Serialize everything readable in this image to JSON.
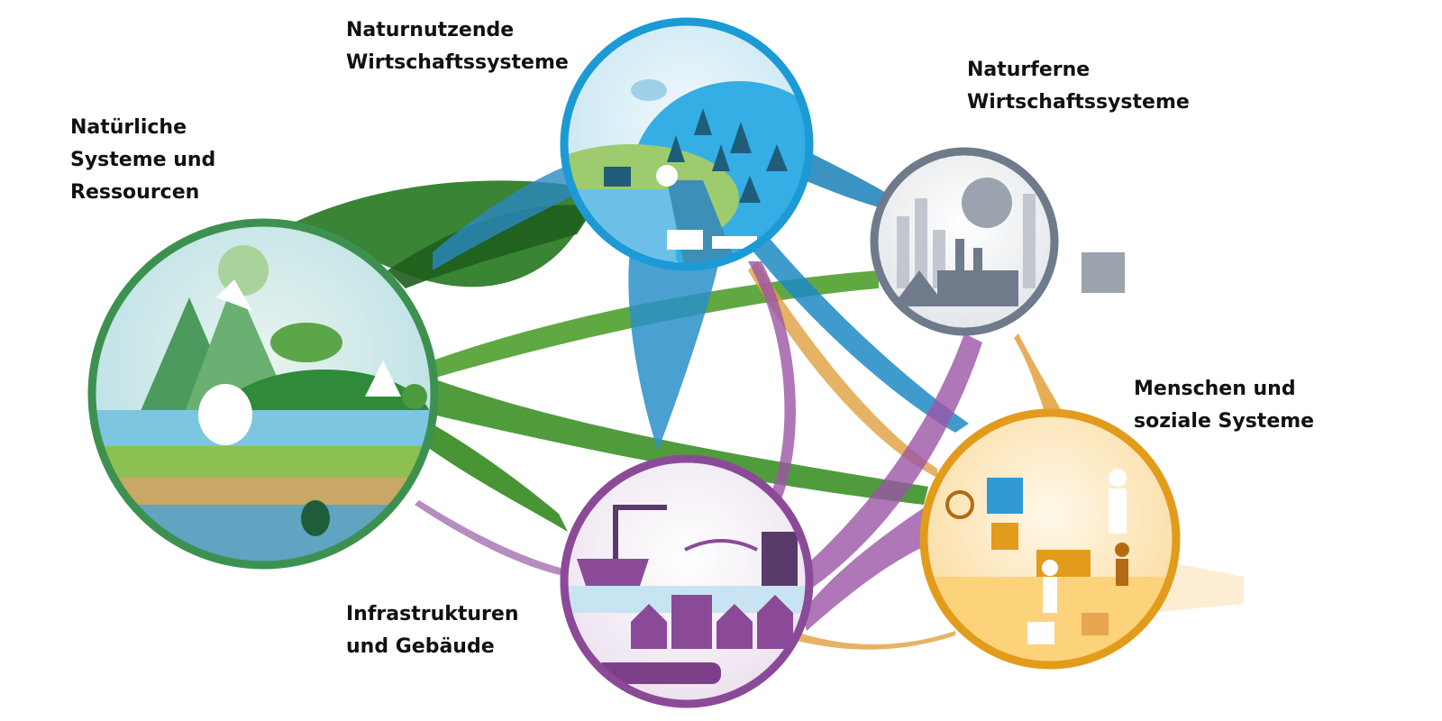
{
  "nodes": {
    "natural": {
      "lines": [
        "Natürliche",
        "Systeme und",
        "Ressourcen"
      ],
      "color": "#3d9150"
    },
    "nature_using": {
      "lines": [
        "Naturnutzende",
        "Wirtschaftssysteme"
      ],
      "color": "#1b9ad6"
    },
    "nature_distant": {
      "lines": [
        "Naturferne",
        "Wirtschaftssysteme"
      ],
      "color": "#6f7a8b"
    },
    "people": {
      "lines": [
        "Menschen und",
        "soziale Systeme"
      ],
      "color": "#e39b1c"
    },
    "infrastructure": {
      "lines": [
        "Infrastrukturen",
        "und Gebäude"
      ],
      "color": "#8b4a98"
    }
  }
}
